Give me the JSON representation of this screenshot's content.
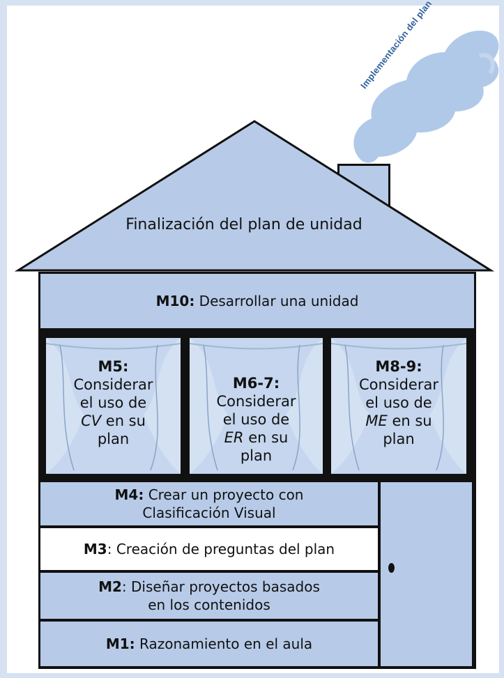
{
  "house": {
    "smoke_label": "Implementación del plan",
    "roof_label": "Finalización del plan de unidad",
    "m10": {
      "code": "M10:",
      "text": "Desarrollar una unidad"
    },
    "windows": [
      {
        "code": "M5:",
        "line1": "Considerar",
        "line2": "el uso de",
        "abbr": "CV",
        "after": "en su",
        "line4": "plan"
      },
      {
        "code": "M6-7:",
        "line1": "Considerar",
        "line2": "el uso de",
        "abbr": "ER",
        "after": "en su",
        "line4": "plan"
      },
      {
        "code": "M8-9:",
        "line1": "Considerar",
        "line2": "el uso de",
        "abbr": "ME",
        "after": "en su",
        "line4": "plan"
      }
    ],
    "m4": {
      "code": "M4:",
      "text": "Crear un proyecto con",
      "text2": "Clasificación Visual"
    },
    "m3": {
      "code": "M3",
      "text": ": Creación de preguntas del plan"
    },
    "m2": {
      "code": "M2",
      "text": ": Diseñar proyectos basados",
      "text2": "en los contenidos"
    },
    "m1": {
      "code": "M1:",
      "text": "Razonamiento en el aula"
    }
  },
  "colors": {
    "fill": "#b7cbe8",
    "window": "#c5d6ee",
    "outline": "#111111",
    "smoke": "#a9c3e6",
    "smoke_text": "#2f5f9e"
  }
}
